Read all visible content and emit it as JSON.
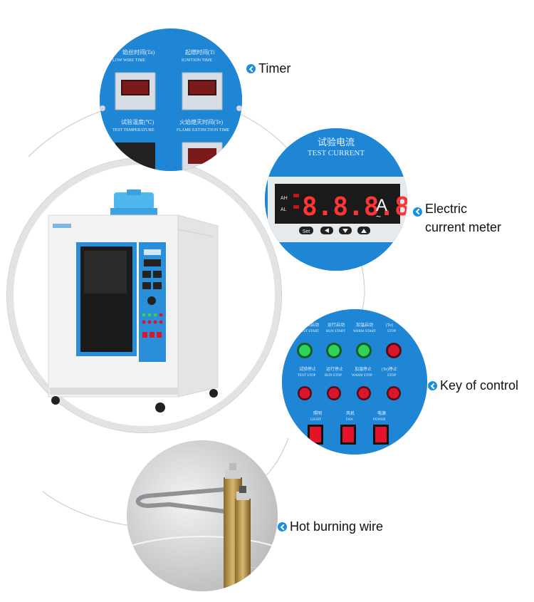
{
  "callouts": {
    "timer": "Timer",
    "current_line1": "Electric",
    "current_line2": "current meter",
    "control": "Key of control",
    "wire": "Hot burning wire"
  },
  "timer_panel": {
    "label_top_left": "焰丝时间(Ta)",
    "label_top_left_en": "LOW WIRE TIME",
    "label_top_right": "起燃时间(Ti",
    "label_top_right_en": "IGNITION TIME",
    "label_bottom_left": "试验温度(℃)",
    "label_bottom_left_en": "TEST TEMPERATURE",
    "label_bottom_right": "火焰熄灭时间(Te)",
    "label_bottom_right_en": "FLAME EXTINCTION TIME"
  },
  "meter_panel": {
    "title_cn": "试验电流",
    "title_en": "TEST CURRENT",
    "ah": "AH",
    "al": "AL",
    "digits": "8.8.8.8",
    "unit": "A",
    "set": "Set"
  },
  "control_panel": {
    "row1": [
      {
        "cn": "试验启动",
        "en": "TEST START"
      },
      {
        "cn": "运行启动",
        "en": "RUN START"
      },
      {
        "cn": "加温启动",
        "en": "WARM START"
      },
      {
        "cn": "(Te)",
        "en": "STOP"
      }
    ],
    "row2": [
      {
        "cn": "试验停止",
        "en": "TEST STOP"
      },
      {
        "cn": "运行停止",
        "en": "RUN STOP"
      },
      {
        "cn": "加温停止",
        "en": "WARM STOP"
      },
      {
        "cn": "(Te)停止",
        "en": "STOP"
      }
    ],
    "switches": [
      {
        "cn": "照明",
        "en": "LIGHT"
      },
      {
        "cn": "风机",
        "en": "FAN"
      },
      {
        "cn": "电源",
        "en": "POWER"
      }
    ]
  },
  "colors": {
    "panel_blue": "#1f86d6",
    "accent": "#1a8fe0",
    "green_button": "#2fd25a",
    "red_button": "#d8162c"
  }
}
